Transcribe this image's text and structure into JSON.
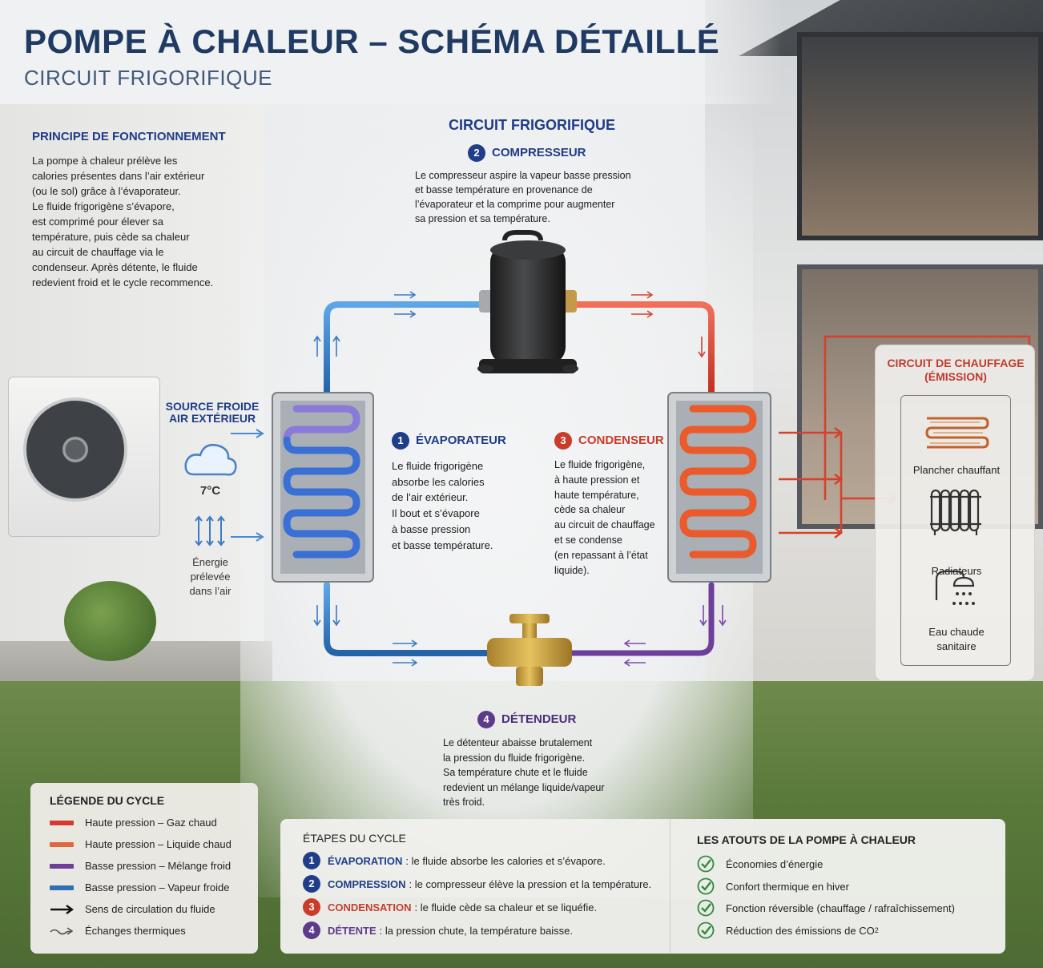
{
  "header": {
    "title": "POMPE À CHALEUR – SCHÉMA DÉTAILLÉ",
    "subtitle": "CIRCUIT FRIGORIFIQUE"
  },
  "principle": {
    "heading": "PRINCIPE DE FONCTIONNEMENT",
    "lines": [
      "La pompe à chaleur prélève les",
      "calories présentes dans l’air extérieur",
      "(ou le sol) grâce à l’évaporateur.",
      "Le fluide frigorigène s’évapore,",
      "est comprimé pour élever sa",
      "température, puis cède sa chaleur",
      "au circuit de chauffage via le",
      "condenseur. Après détente, le fluide",
      "redevient froid et le cycle recommence."
    ]
  },
  "circuit": {
    "title": "CIRCUIT FRIGORIFIQUE"
  },
  "source": {
    "label_line1": "SOURCE FROIDE",
    "label_line2": "AIR EXTÉRIEUR",
    "temperature": "7°C",
    "energy_lines": [
      "Énergie",
      "prélevée",
      "dans l’air"
    ]
  },
  "steps": {
    "compressor": {
      "number": "2",
      "heading": "COMPRESSEUR",
      "lines": [
        "Le compresseur aspire la vapeur basse pression",
        "et basse température en provenance de",
        "l’évaporateur et la comprime pour augmenter",
        "sa pression et sa température."
      ]
    },
    "evaporator": {
      "number": "1",
      "heading": "ÉVAPORATEUR",
      "lines": [
        "Le fluide frigorigène",
        "absorbe les calories",
        "de l’air extérieur.",
        "Il bout et s’évapore",
        "à basse pression",
        "et basse température."
      ]
    },
    "condenser": {
      "number": "3",
      "heading": "CONDENSEUR",
      "lines": [
        "Le fluide frigorigène,",
        "à haute pression et",
        "haute température,",
        "cède sa chaleur",
        "au circuit de chauffage",
        "et se condense",
        "(en repassant à l’état",
        "liquide)."
      ]
    },
    "expansion": {
      "number": "4",
      "heading": "DÉTENDEUR",
      "lines": [
        "Le détenteur abaisse brutalement",
        "la pression du fluide frigorigène.",
        "Sa température chute et le fluide",
        "redevient un mélange liquide/vapeur",
        "très froid."
      ]
    }
  },
  "heating": {
    "title_line1": "CIRCUIT DE CHAUFFAGE",
    "title_line2": "(ÉMISSION)",
    "items": [
      {
        "label": "Plancher chauffant",
        "icon": "floor-heating-icon"
      },
      {
        "label": "Radiateurs",
        "icon": "radiator-icon"
      },
      {
        "label_line1": "Eau chaude",
        "label_line2": "sanitaire",
        "icon": "shower-icon"
      }
    ]
  },
  "legend": {
    "title": "LÉGENDE DU CYCLE",
    "items": [
      {
        "label": "Haute pression – Gaz chaud",
        "color": "#d63a2e"
      },
      {
        "label": "Haute pression – Liquide chaud",
        "color": "#e2673f"
      },
      {
        "label": "Basse pression – Mélange froid",
        "color": "#6b3f9a"
      },
      {
        "label": "Basse pression – Vapeur froide",
        "color": "#2f6fb5"
      },
      {
        "label": "Sens de circulation du fluide",
        "icon": "black-arrow-icon"
      },
      {
        "label": "Échanges thermiques",
        "icon": "wavy-arrow-icon"
      }
    ]
  },
  "cycle": {
    "title": "ÉTAPES DU CYCLE",
    "rows": [
      {
        "number": "1",
        "key": "ÉVAPORATION",
        "text": ": le fluide absorbe les calories et s’évapore."
      },
      {
        "number": "2",
        "key": "COMPRESSION",
        "text": ": le compresseur élève la pression et la température."
      },
      {
        "number": "3",
        "key": "CONDENSATION",
        "text": ": le fluide cède sa chaleur et se liquéfie."
      },
      {
        "number": "4",
        "key": "DÉTENTE",
        "text": ": la pression chute, la température baisse."
      }
    ]
  },
  "advantages": {
    "title": "LES ATOUTS DE LA POMPE À CHALEUR",
    "items": [
      "Économies d’énergie",
      "Confort thermique en hiver",
      "Fonction réversible (chauffage / rafraîchissement)",
      "Réduction des émissions de CO"
    ],
    "co2_subscript": "2"
  },
  "colors": {
    "hot_gas": "#d63a2e",
    "hot_liquid": "#e2673f",
    "cold_mix": "#6b3f9a",
    "cold_vapor": "#2f6fb5",
    "title_blue": "#1f3b63",
    "check_green": "#2e8b3c"
  }
}
